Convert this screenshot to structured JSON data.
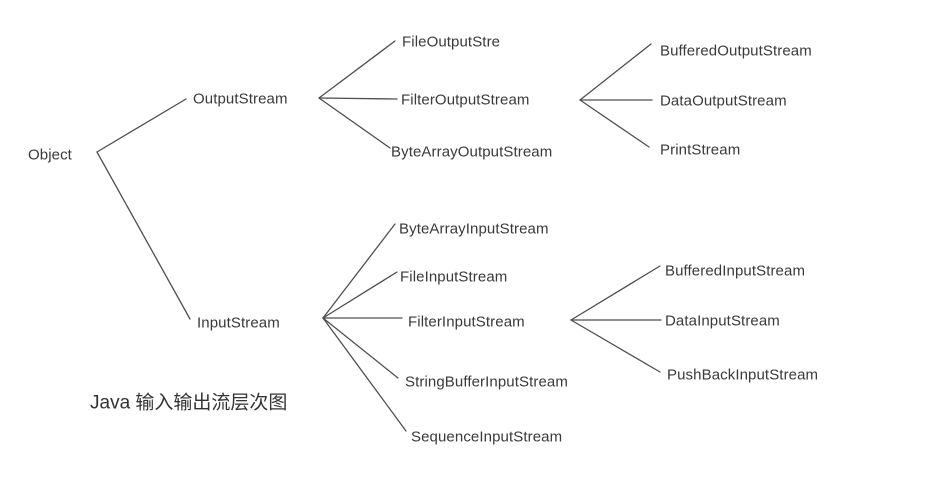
{
  "caption": "Java 输入输出流层次图",
  "colors": {
    "background": "#ffffff",
    "text": "#3a3a3a",
    "line": "#4f4f4f"
  },
  "nodes": {
    "object": "Object",
    "output_stream": "OutputStream",
    "file_output_stream": "FileOutputStre",
    "filter_output_stream": "FilterOutputStream",
    "byte_array_output_stream": "ByteArrayOutputStream",
    "buffered_output_stream": "BufferedOutputStream",
    "data_output_stream": "DataOutputStream",
    "print_stream": "PrintStream",
    "input_stream": "InputStream",
    "byte_array_input_stream": "ByteArrayInputStream",
    "file_input_stream": "FileInputStream",
    "filter_input_stream": "FilterInputStream",
    "string_buffer_input_stream": "StringBufferInputStream",
    "sequence_input_stream": "SequenceInputStream",
    "buffered_input_stream": "BufferedInputStream",
    "data_input_stream": "DataInputStream",
    "push_back_input_stream": "PushBackInputStream"
  },
  "hierarchy": {
    "name": "Object",
    "children": [
      {
        "name": "OutputStream",
        "children": [
          {
            "name": "FileOutputStre"
          },
          {
            "name": "FilterOutputStream",
            "children": [
              {
                "name": "BufferedOutputStream"
              },
              {
                "name": "DataOutputStream"
              },
              {
                "name": "PrintStream"
              }
            ]
          },
          {
            "name": "ByteArrayOutputStream"
          }
        ]
      },
      {
        "name": "InputStream",
        "children": [
          {
            "name": "ByteArrayInputStream"
          },
          {
            "name": "FileInputStream"
          },
          {
            "name": "FilterInputStream",
            "children": [
              {
                "name": "BufferedInputStream"
              },
              {
                "name": "DataInputStream"
              },
              {
                "name": "PushBackInputStream"
              }
            ]
          },
          {
            "name": "StringBufferInputStream"
          },
          {
            "name": "SequenceInputStream"
          }
        ]
      }
    ]
  }
}
